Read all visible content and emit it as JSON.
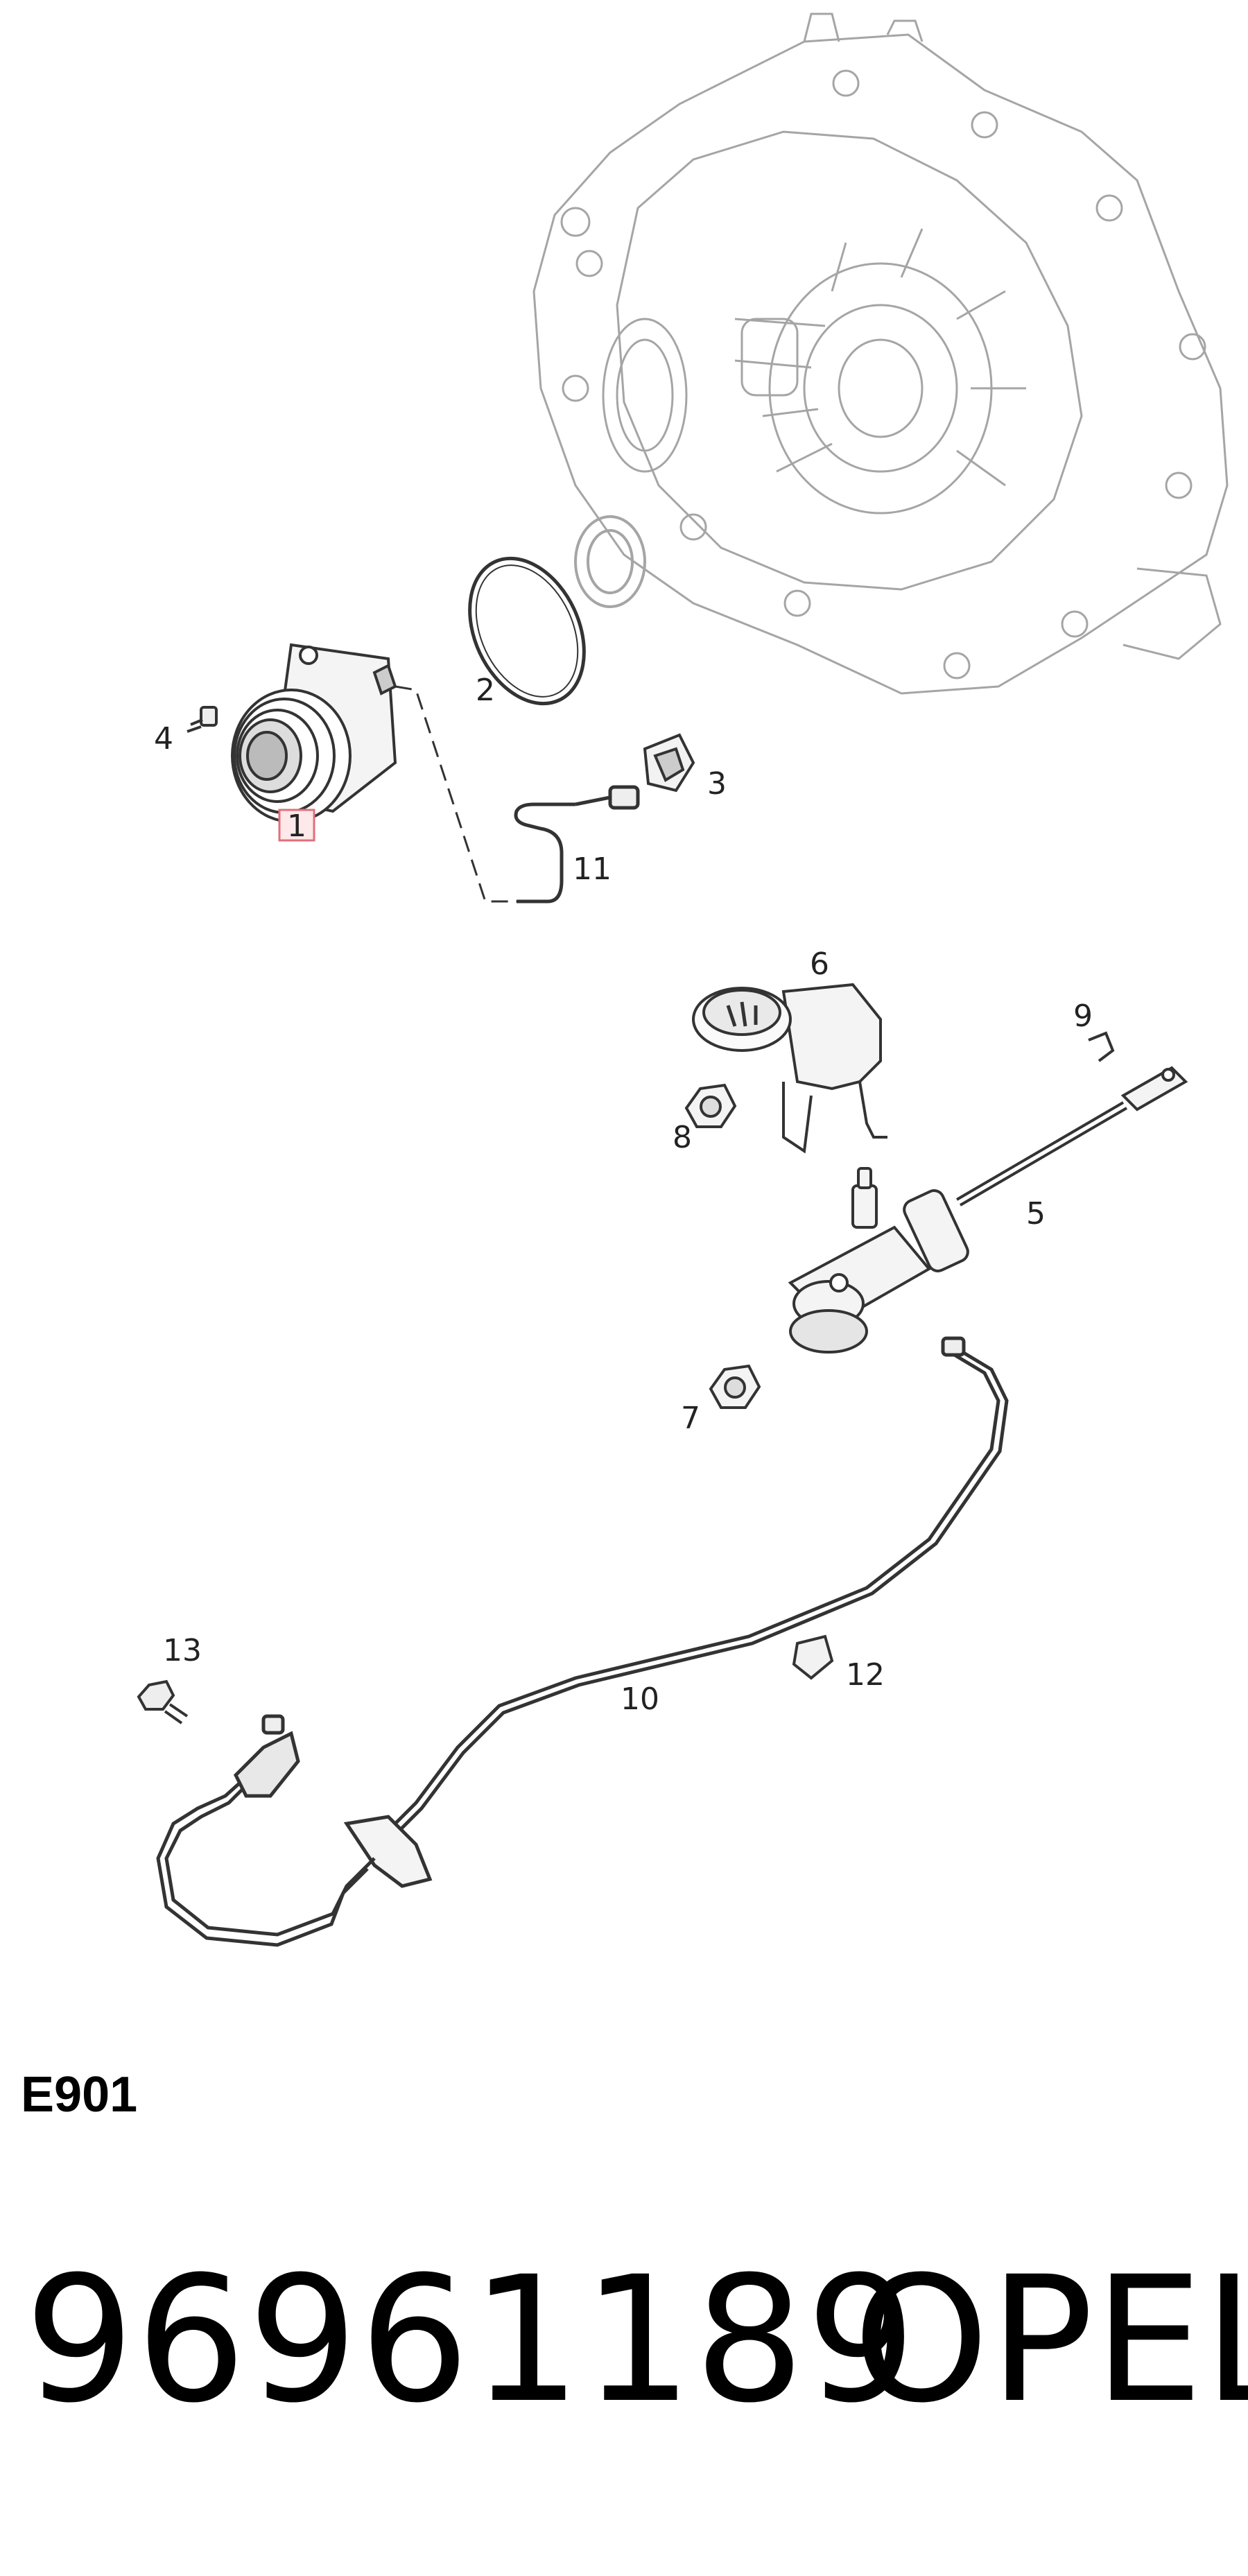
{
  "diagram": {
    "callouts": [
      {
        "id": "1",
        "label": "1",
        "highlighted": true
      },
      {
        "id": "2",
        "label": "2"
      },
      {
        "id": "3",
        "label": "3"
      },
      {
        "id": "4",
        "label": "4"
      },
      {
        "id": "5",
        "label": "5"
      },
      {
        "id": "6",
        "label": "6"
      },
      {
        "id": "7",
        "label": "7"
      },
      {
        "id": "8",
        "label": "8"
      },
      {
        "id": "9",
        "label": "9"
      },
      {
        "id": "10",
        "label": "10"
      },
      {
        "id": "11",
        "label": "11"
      },
      {
        "id": "12",
        "label": "12"
      },
      {
        "id": "13",
        "label": "13"
      }
    ],
    "colors": {
      "line": "#444444",
      "faint": "#9a9a9a",
      "highlight_border": "#e0707a",
      "highlight_fill": "#fde8ea"
    }
  },
  "footer": {
    "code": "E901",
    "part_number": "96961189",
    "brand": "OPEL"
  }
}
